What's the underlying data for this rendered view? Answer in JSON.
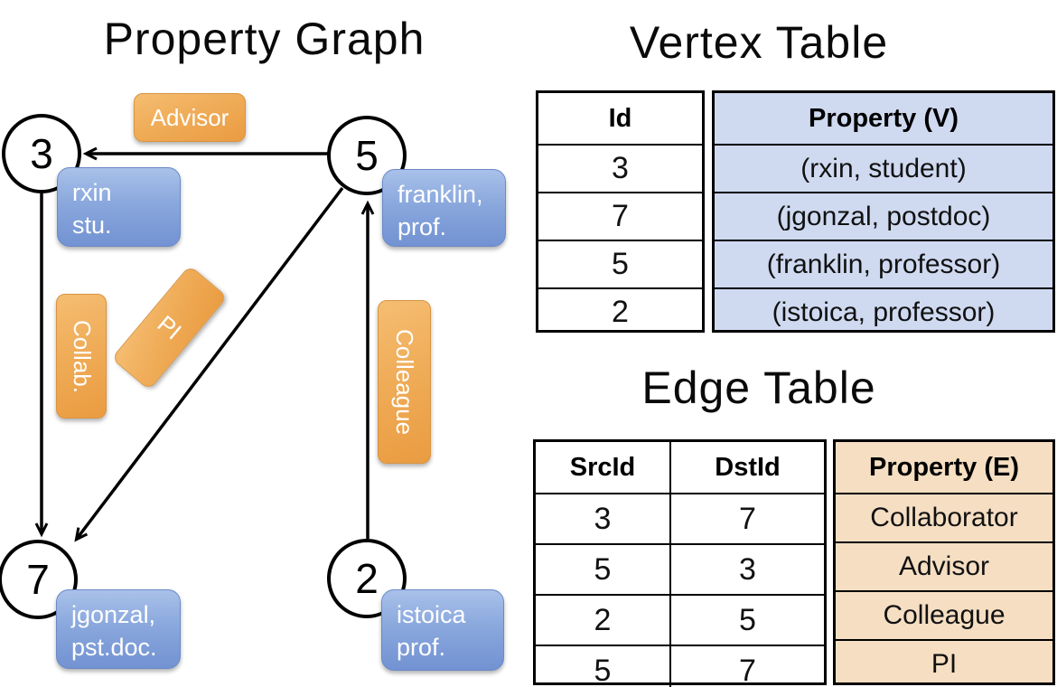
{
  "graph": {
    "title": "Property Graph",
    "nodes": [
      {
        "id": "3",
        "label_lines": [
          "rxin",
          "stu."
        ]
      },
      {
        "id": "5",
        "label_lines": [
          "franklin,",
          "prof."
        ]
      },
      {
        "id": "7",
        "label_lines": [
          "jgonzal,",
          "pst.doc."
        ]
      },
      {
        "id": "2",
        "label_lines": [
          "istoica",
          "prof."
        ]
      }
    ],
    "edge_labels": [
      {
        "name": "advisor",
        "label": "Advisor"
      },
      {
        "name": "collab",
        "label": "Collab."
      },
      {
        "name": "pi",
        "label": "PI"
      },
      {
        "name": "colleague",
        "label": "Colleague"
      }
    ],
    "edges": [
      {
        "from": "5",
        "to": "3",
        "label": "Advisor"
      },
      {
        "from": "3",
        "to": "7",
        "label": "Collab."
      },
      {
        "from": "5",
        "to": "7",
        "label": "PI"
      },
      {
        "from": "2",
        "to": "5",
        "label": "Colleague"
      }
    ]
  },
  "vertex_table": {
    "title": "Vertex Table",
    "headers": {
      "id": "Id",
      "property": "Property (V)"
    },
    "rows": [
      {
        "id": "3",
        "property": "(rxin, student)"
      },
      {
        "id": "7",
        "property": "(jgonzal, postdoc)"
      },
      {
        "id": "5",
        "property": "(franklin, professor)"
      },
      {
        "id": "2",
        "property": "(istoica, professor)"
      }
    ]
  },
  "edge_table": {
    "title": "Edge Table",
    "headers": {
      "src": "SrcId",
      "dst": "DstId",
      "property": "Property (E)"
    },
    "rows": [
      {
        "src": "3",
        "dst": "7",
        "property": "Collaborator"
      },
      {
        "src": "5",
        "dst": "3",
        "property": "Advisor"
      },
      {
        "src": "2",
        "dst": "5",
        "property": "Colleague"
      },
      {
        "src": "5",
        "dst": "7",
        "property": "PI"
      }
    ]
  },
  "colors": {
    "edge_label_orange": "#efab56",
    "vertex_label_blue": "#8aa8dd",
    "vertex_table_fill": "#cfdaf1",
    "edge_table_fill": "#f5dec2",
    "line_black": "#000000"
  }
}
